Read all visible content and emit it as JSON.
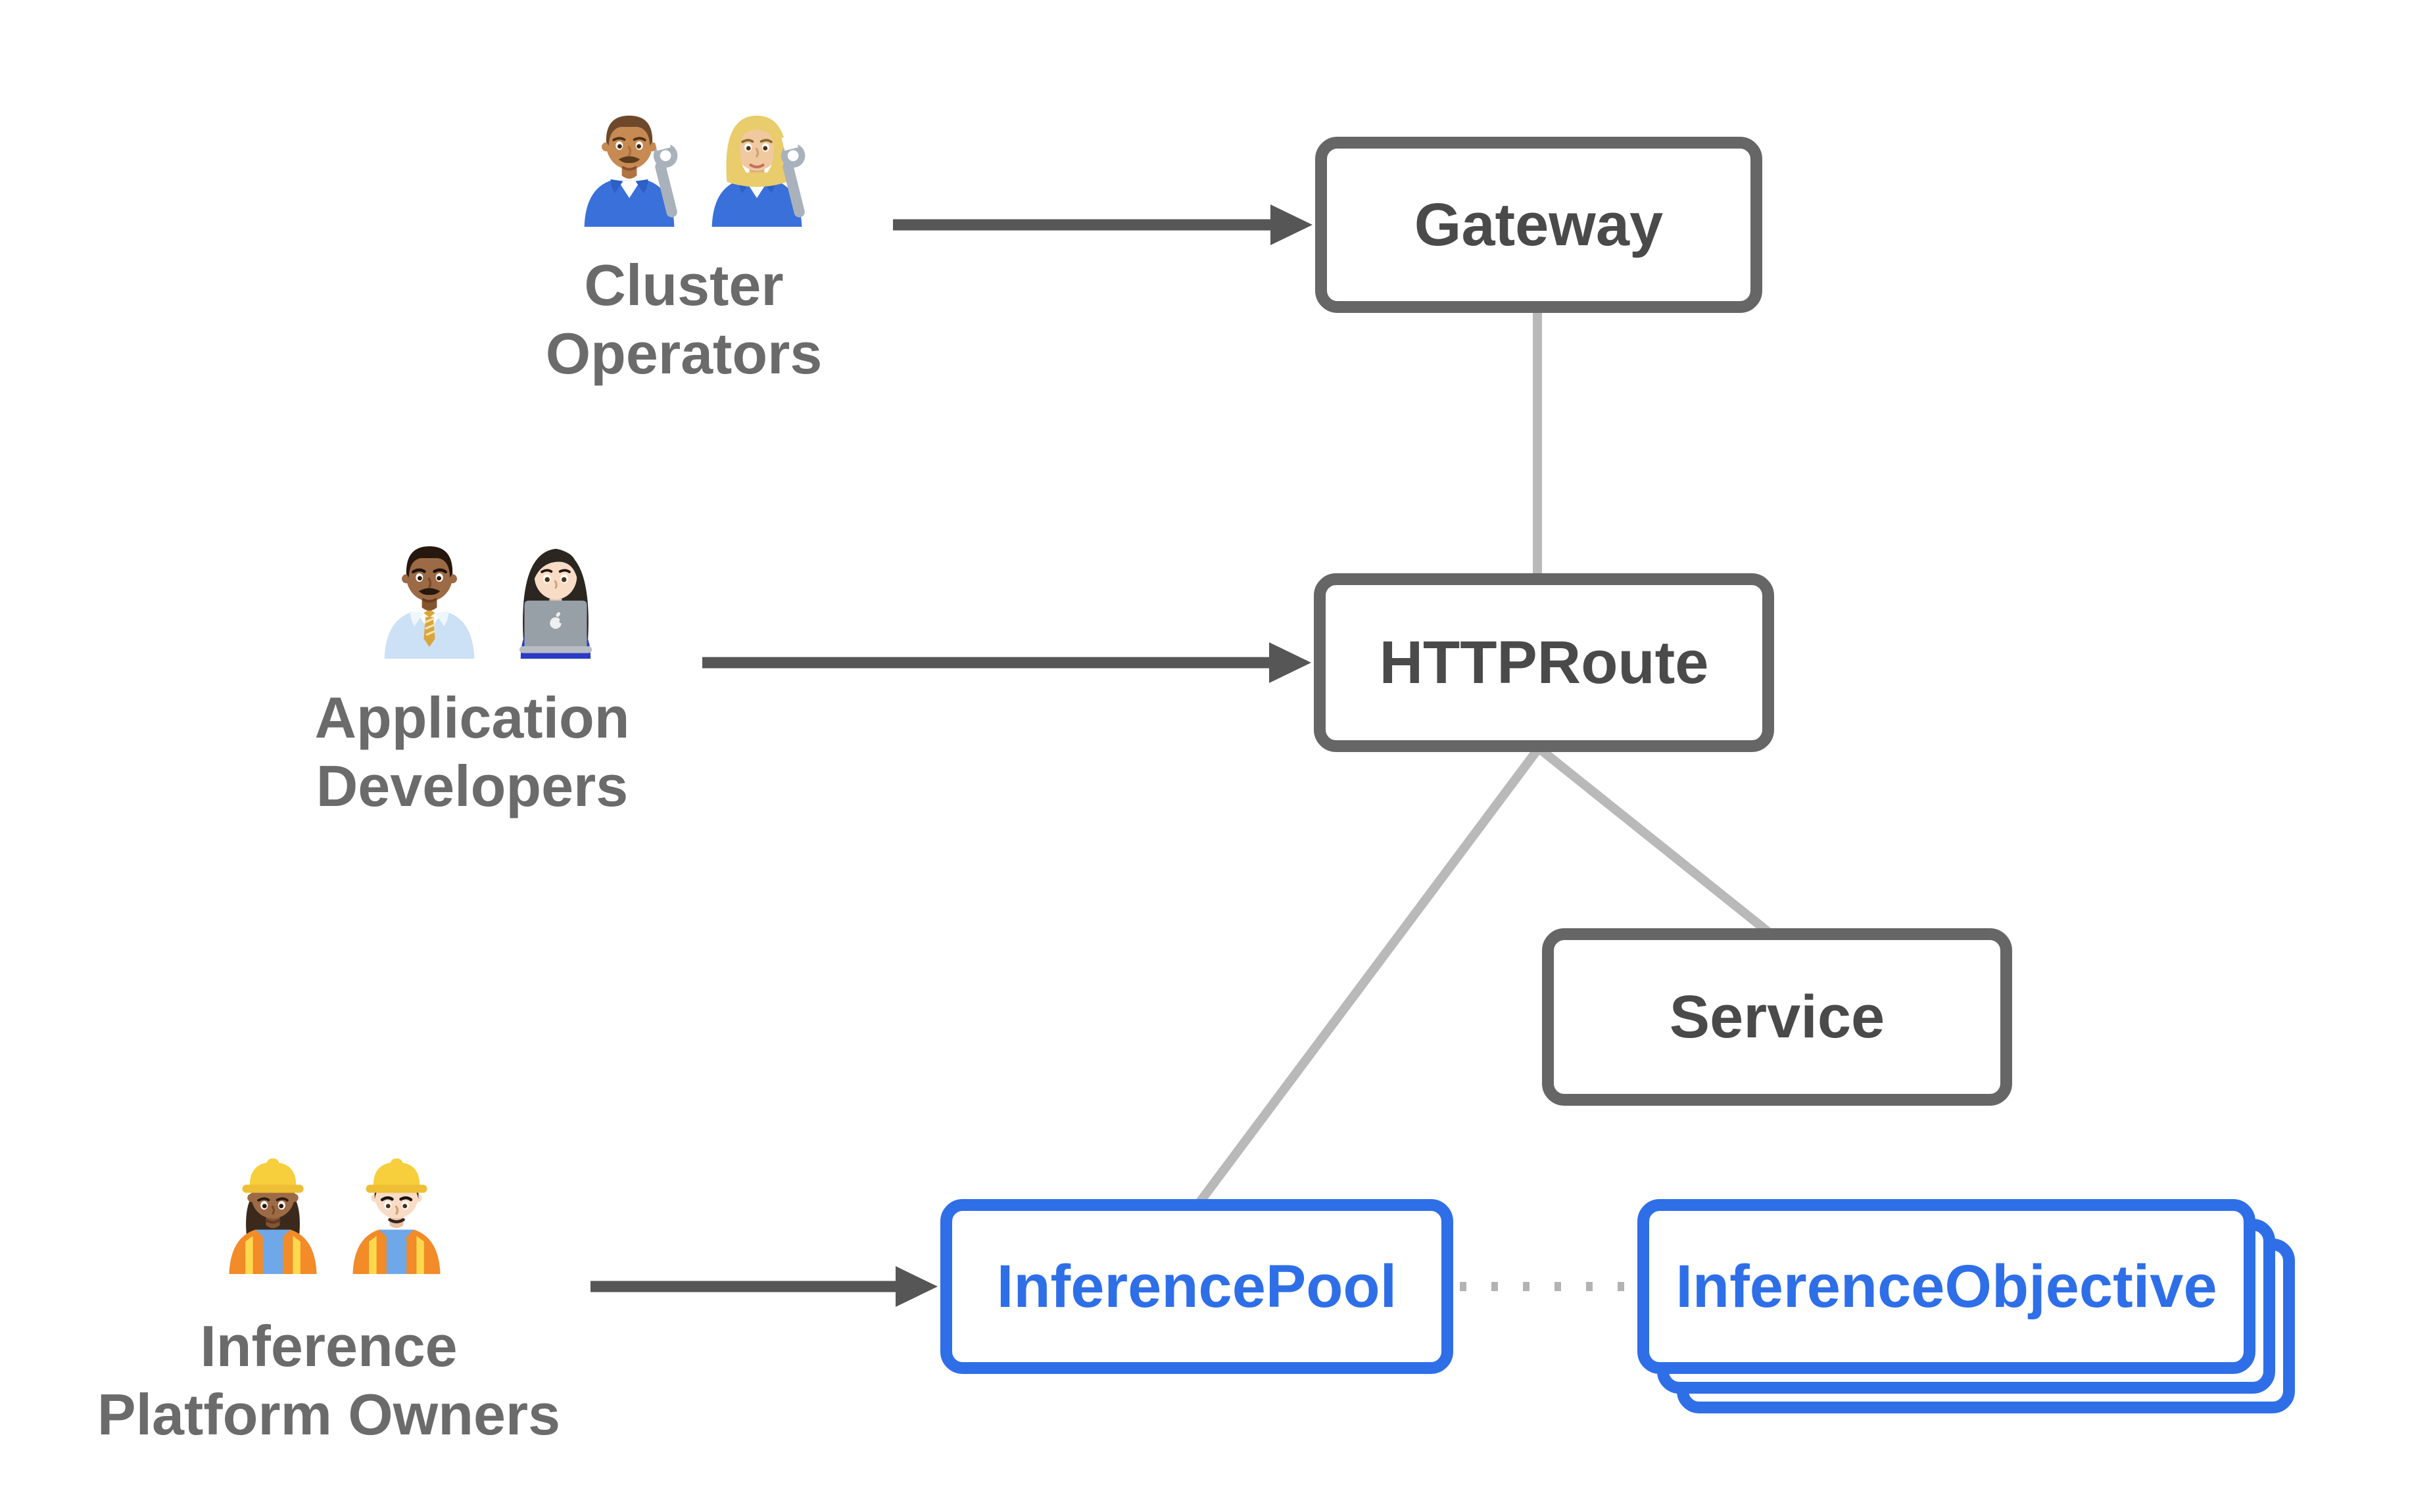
{
  "colors": {
    "background": "#ffffff",
    "node_border_gray": "#666666",
    "node_text_gray": "#4a4a4a",
    "node_blue": "#2e6fe8",
    "actor_label_gray": "#6b6b6b",
    "arrow_dark": "#565656",
    "connector_gray": "#b9b9b9",
    "dotted_gray": "#b3b3b3"
  },
  "actors": {
    "cluster_operators": {
      "line1": "Cluster",
      "line2": "Operators",
      "emojis": [
        "man-mechanic",
        "woman-mechanic"
      ]
    },
    "application_developers": {
      "line1": "Application",
      "line2": "Developers",
      "emojis": [
        "man-office-worker",
        "woman-technologist"
      ]
    },
    "inference_platform_owners": {
      "line1": "Inference",
      "line2": "Platform Owners",
      "emojis": [
        "woman-construction-worker",
        "man-construction-worker"
      ]
    }
  },
  "nodes": {
    "gateway": {
      "label": "Gateway",
      "style": "gray"
    },
    "httproute": {
      "label": "HTTPRoute",
      "style": "gray"
    },
    "service": {
      "label": "Service",
      "style": "gray"
    },
    "inferencepool": {
      "label": "InferencePool",
      "style": "blue"
    },
    "inferenceobjective": {
      "label": "InferenceObjective",
      "style": "blue-stacked"
    }
  },
  "edges": [
    {
      "from": "cluster-operators",
      "to": "gateway",
      "type": "solid-arrow"
    },
    {
      "from": "application-developers",
      "to": "httproute",
      "type": "solid-arrow"
    },
    {
      "from": "inference-platform-owners",
      "to": "inferencepool",
      "type": "solid-arrow"
    },
    {
      "from": "gateway",
      "to": "httproute",
      "type": "plain-line"
    },
    {
      "from": "httproute",
      "to": "inferencepool",
      "type": "plain-line"
    },
    {
      "from": "httproute",
      "to": "service",
      "type": "plain-line"
    },
    {
      "from": "inferencepool",
      "to": "inferenceobjective",
      "type": "dotted-line"
    }
  ]
}
